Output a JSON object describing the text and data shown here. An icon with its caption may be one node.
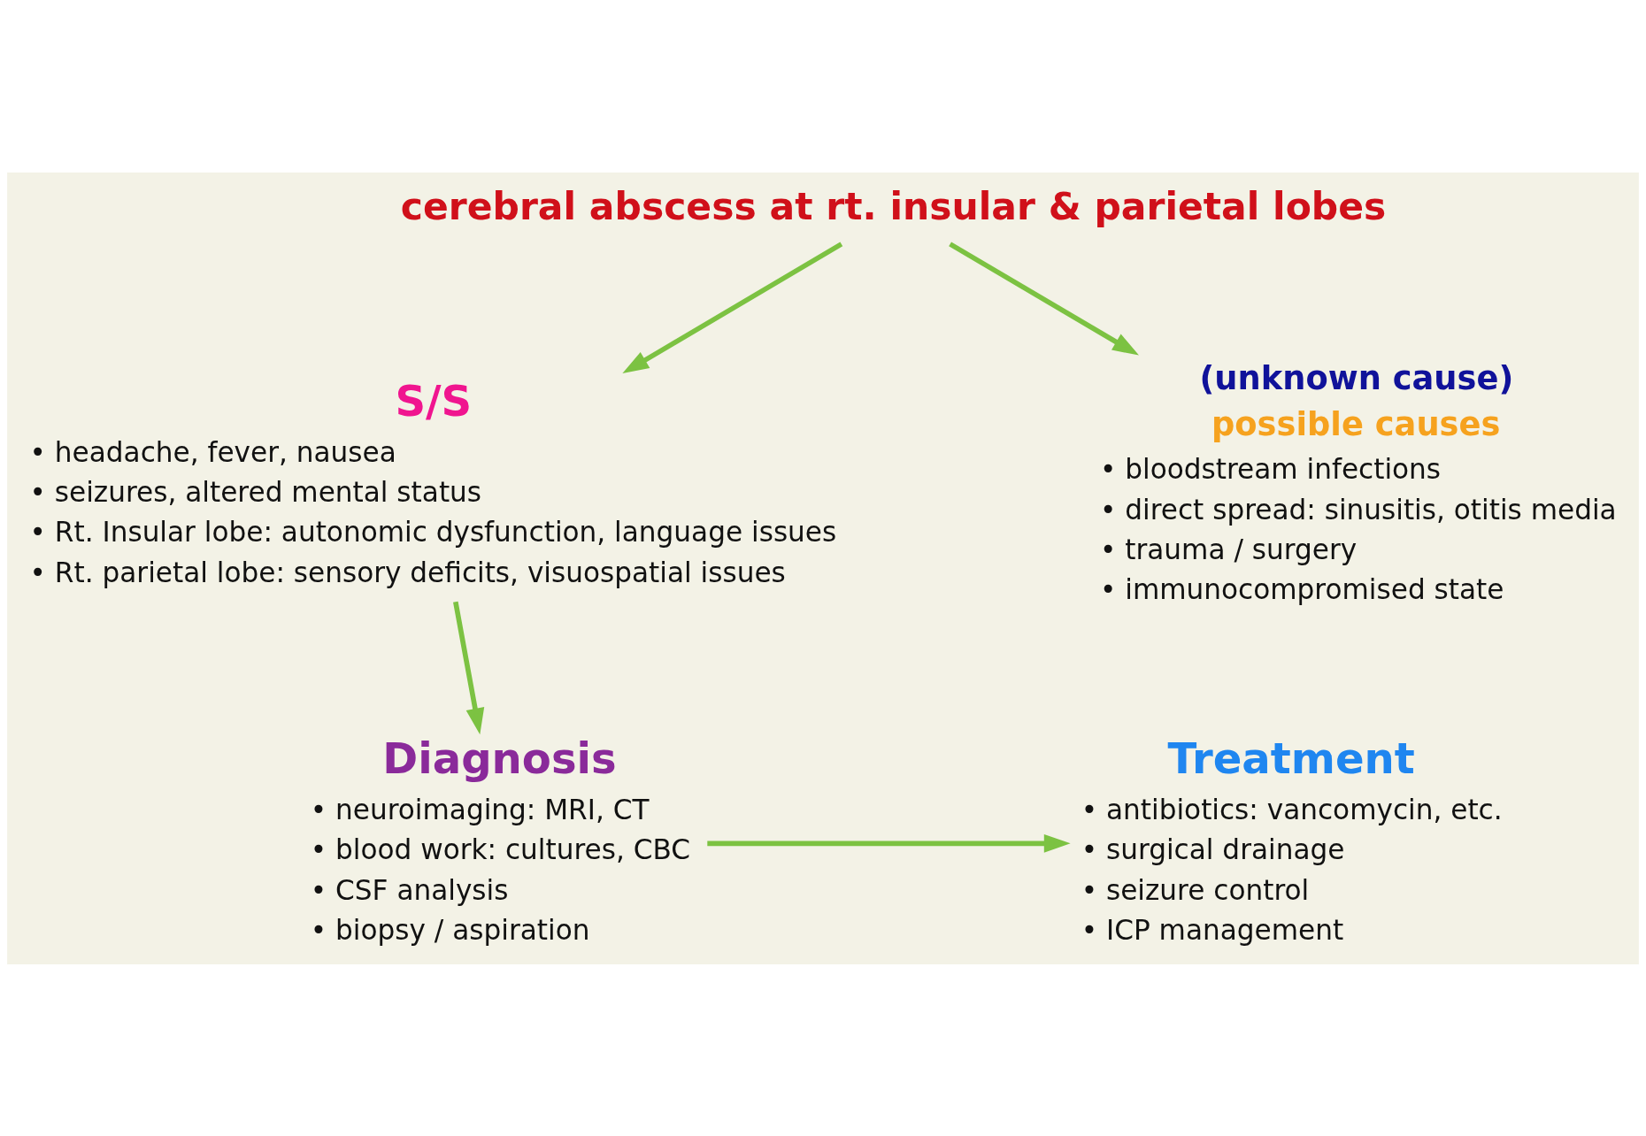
{
  "diagram": {
    "nodes": [
      {
        "text": [
          "cerebral abscess at rt. insular & parietal lobes"
        ]
      },
      {
        "text": [
          "S/S",
          "• headache, fever, nausea",
          "• seizures, altered mental status",
          "• Rt. Insular lobe: autonomic dysfunction, language issues",
          "• Rt. parietal lobe: sensory deficits, visuospatial issues"
        ]
      },
      {
        "text": [
          "(unknown cause)",
          "possible causes",
          "• bloodstream infections",
          "• direct spread: sinusitis, otitis media",
          "• trauma / surgery",
          "• immunocompromised state"
        ]
      },
      {
        "text": [
          "Diagnosis",
          "• neuroimaging: MRI, CT",
          "• blood work: cultures, CBC",
          "• CSF analysis",
          "• biopsy / aspiration"
        ]
      },
      {
        "text": [
          "Treatment",
          "• antibiotics: vancomycin, etc.",
          "• surgical drainage",
          "• seizure control",
          "• ICP management"
        ]
      }
    ],
    "edges": [
      {
        "from": 0,
        "to": 1,
        "arrow": "to"
      },
      {
        "from": 0,
        "to": 2,
        "arrow": "to"
      },
      {
        "from": 1,
        "to": 3,
        "arrow": "to"
      },
      {
        "from": 3,
        "to": 4,
        "arrow": "to"
      }
    ]
  }
}
